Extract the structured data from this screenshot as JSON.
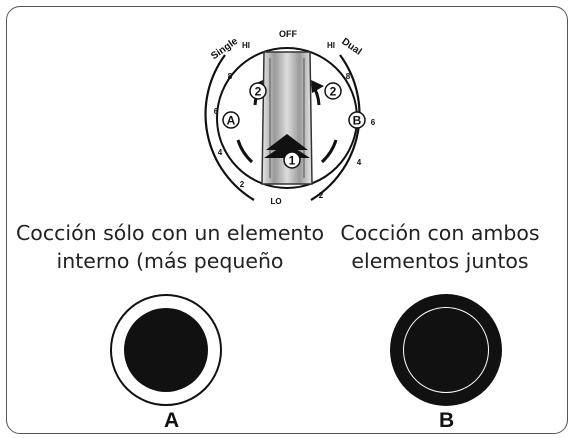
{
  "dial": {
    "off": "OFF",
    "hi_left": "HI",
    "hi_right": "HI",
    "lo": "LO",
    "single": "Single",
    "dual": "Dual",
    "left_scale": [
      "8",
      "6",
      "4",
      "2"
    ],
    "right_scale": [
      "8",
      "6",
      "4",
      "2"
    ],
    "step_push": "1",
    "step_turn_left": "2",
    "step_turn_right": "2",
    "marker_a": "A",
    "marker_b": "B"
  },
  "captions": {
    "single_line1": "Cocción sólo con un elemento",
    "single_line2": "interno (más pequeño",
    "dual_line1": "Cocción con ambos",
    "dual_line2": "elementos juntos"
  },
  "elements": {
    "a_label": "A",
    "b_label": "B"
  }
}
